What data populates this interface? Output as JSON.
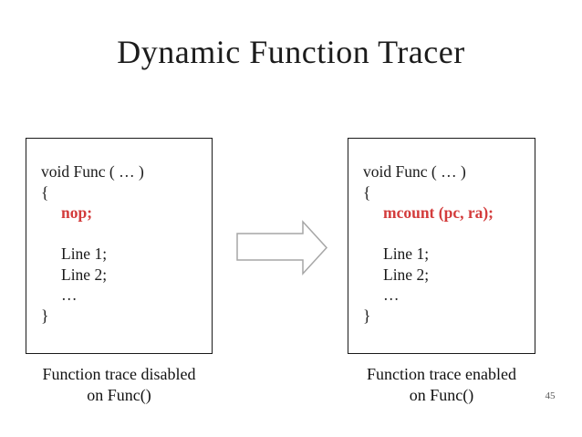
{
  "slide": {
    "title": "Dynamic Function Tracer",
    "page_number": "45"
  },
  "panels": [
    {
      "name": "trace-disabled",
      "code": [
        "void Func ( … )",
        "{",
        "nop;",
        "",
        "Line 1;",
        "Line 2;",
        "…",
        "}"
      ],
      "caption": [
        "Function trace disabled",
        "on Func()"
      ]
    },
    {
      "name": "trace-enabled",
      "code": [
        "void Func ( … )",
        "{",
        "mcount (pc, ra);",
        "",
        "Line 1;",
        "Line 2;",
        "…",
        "}"
      ],
      "caption": [
        "Function trace enabled",
        "on Func()"
      ]
    }
  ],
  "arrow": {
    "direction": "right",
    "meaning": "transformation from trace disabled to trace enabled"
  },
  "colors": {
    "highlight_red": "#d33b3b",
    "arrow_outline": "#a6a6a6",
    "text": "#1a1a1a",
    "page_number_gray": "#595959",
    "background": "#ffffff"
  }
}
